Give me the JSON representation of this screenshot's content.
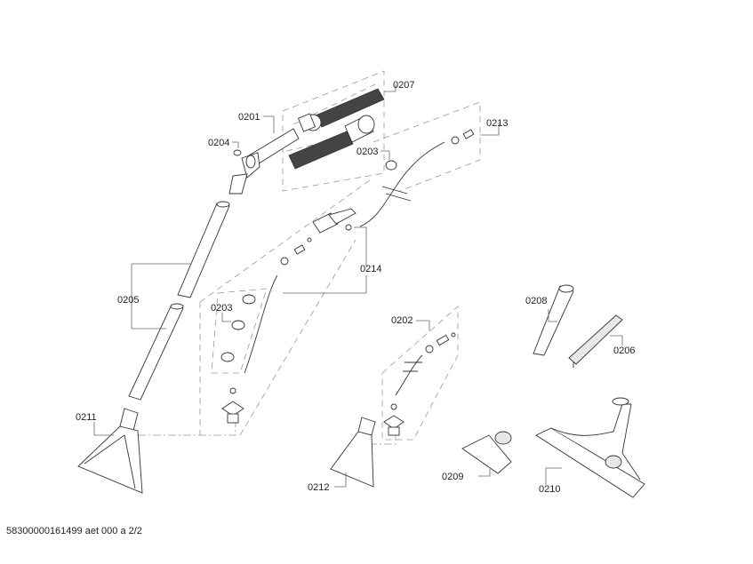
{
  "diagram": {
    "labels": {
      "p0201": "0201",
      "p0202": "0202",
      "p0203a": "0203",
      "p0203b": "0203",
      "p0204": "0204",
      "p0205": "0205",
      "p0206": "0206",
      "p0207": "0207",
      "p0208": "0208",
      "p0209": "0209",
      "p0210": "0210",
      "p0211": "0211",
      "p0212": "0212",
      "p0213": "0213",
      "p0214": "0214"
    }
  },
  "footer": {
    "text": "58300000161499 aet 000 a 2/2"
  }
}
